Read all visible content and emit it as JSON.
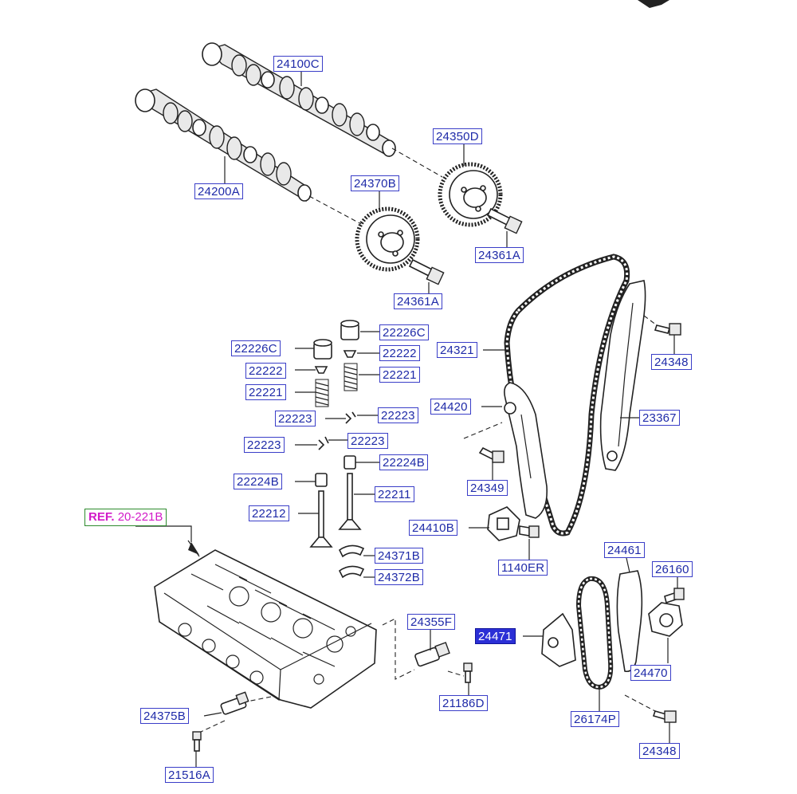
{
  "labels": {
    "l24100C": "24100C",
    "l24350D": "24350D",
    "l24370B": "24370B",
    "l24200A": "24200A",
    "l24361A_1": "24361A",
    "l24361A_2": "24361A",
    "l22226C_r": "22226C",
    "l22226C_l": "22226C",
    "l22222_r": "22222",
    "l22222_l": "22222",
    "l22221_r": "22221",
    "l22221_l": "22221",
    "l24321": "24321",
    "l24348_top": "24348",
    "l24420": "24420",
    "l22223_a": "22223",
    "l22223_b": "22223",
    "l22223_c": "22223",
    "l22223_d": "22223",
    "l23367": "23367",
    "l22224B_r": "22224B",
    "l22224B_l": "22224B",
    "l24349": "24349",
    "l22211": "22211",
    "l22212": "22212",
    "l24410B": "24410B",
    "l1140ER": "1140ER",
    "l24371B": "24371B",
    "l24372B": "24372B",
    "l24461": "24461",
    "l26160": "26160",
    "l24355F": "24355F",
    "l24471": "24471",
    "l24470": "24470",
    "l21186D": "21186D",
    "l24375B": "24375B",
    "l26174P": "26174P",
    "l24348_bot": "24348",
    "l21516A": "21516A"
  },
  "ref": {
    "prefix": "REF.",
    "code": "20-221B"
  },
  "selected_label": "24471"
}
